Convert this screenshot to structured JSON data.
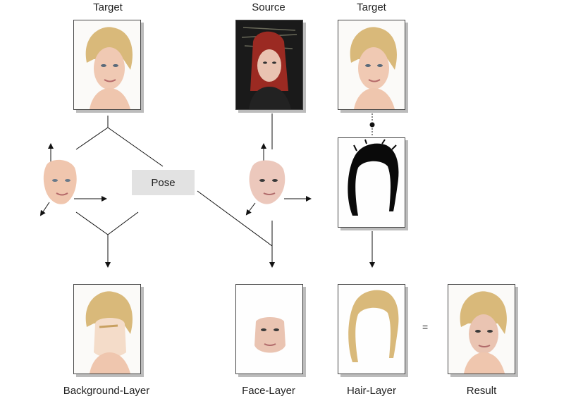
{
  "labels": {
    "target_left": "Target",
    "source": "Source",
    "target_right": "Target",
    "pose": "Pose",
    "background_layer": "Background-Layer",
    "face_layer": "Face-Layer",
    "hair_layer": "Hair-Layer",
    "result": "Result",
    "equals": "="
  },
  "colors": {
    "line": "#111111",
    "pose_box": "#e2e2e2",
    "shadow": "#bcbcbc",
    "hair_blonde": "#d9b97a",
    "skin": "#f0c9b3",
    "dark_bg": "#1a1a1a",
    "red_hair": "#9b2a22"
  },
  "icons": [
    "blonde-woman-portrait",
    "red-haired-woman-portrait",
    "hair-mask-silhouette",
    "3d-head-axes"
  ]
}
